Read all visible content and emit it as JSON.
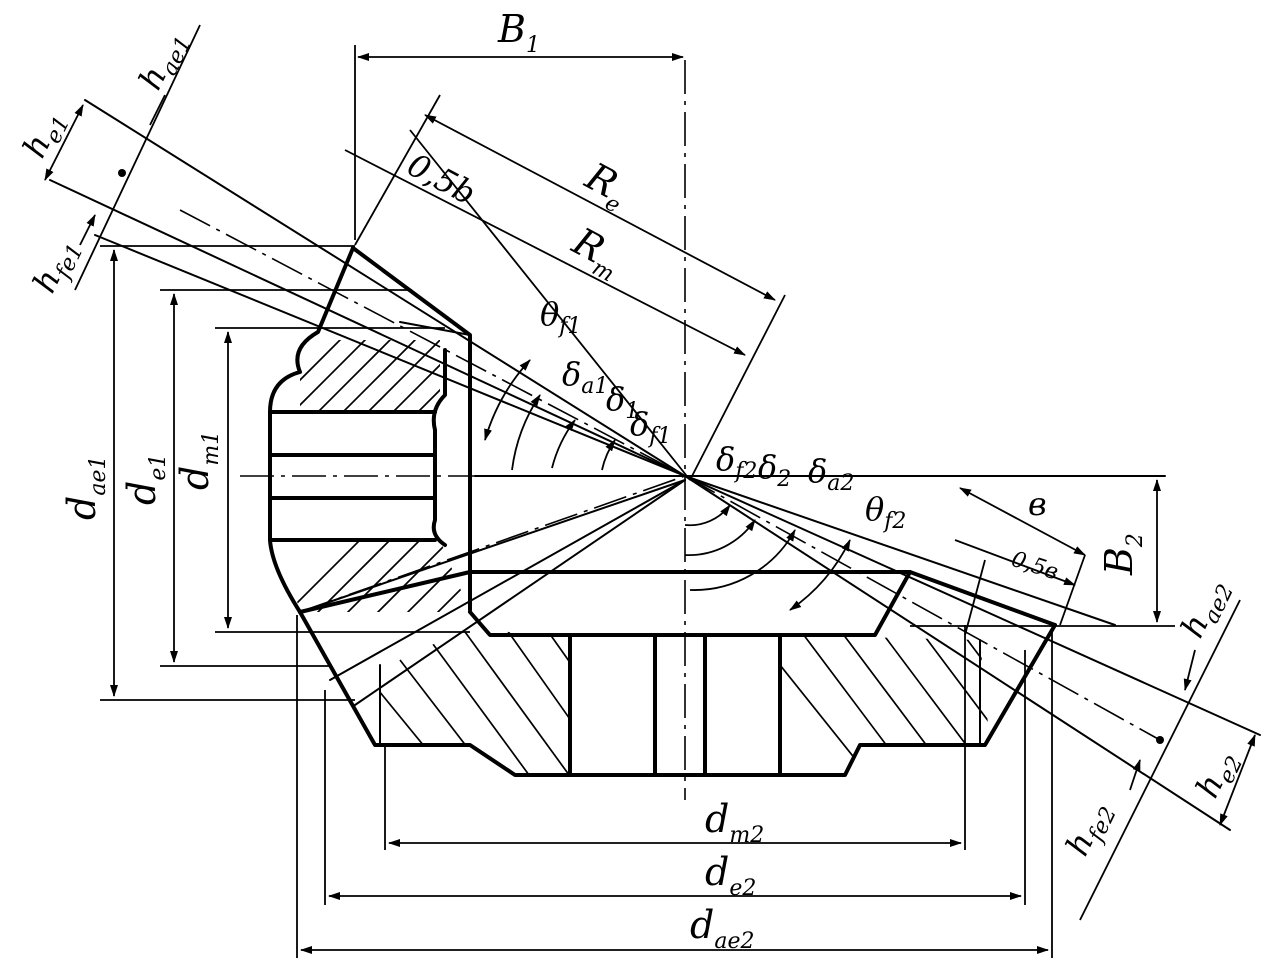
{
  "labels": {
    "B1": {
      "main": "B",
      "sub": "1"
    },
    "hae1": {
      "main": "h",
      "sub": "ae1"
    },
    "he1": {
      "main": "h",
      "sub": "e1"
    },
    "hfe1": {
      "main": "h",
      "sub": "fe1"
    },
    "half_b_top": "0,5b",
    "Re": {
      "main": "R",
      "sub": "e"
    },
    "Rm": {
      "main": "R",
      "sub": "m"
    },
    "theta_f1": {
      "main": "θ",
      "sub": "f1"
    },
    "delta_a1": {
      "main": "δ",
      "sub": "a1"
    },
    "delta_1": {
      "main": "δ",
      "sub": "1"
    },
    "delta_f1": {
      "main": "δ",
      "sub": "f1"
    },
    "delta_f2": {
      "main": "δ",
      "sub": "f2"
    },
    "delta_2": {
      "main": "δ",
      "sub": "2"
    },
    "delta_a2": {
      "main": "δ",
      "sub": "a2"
    },
    "theta_f2": {
      "main": "θ",
      "sub": "f2"
    },
    "b": "в",
    "half_b_bottom": "0,5в",
    "B2": {
      "main": "B",
      "sub": "2"
    },
    "hae2": {
      "main": "h",
      "sub": "ae2"
    },
    "he2": {
      "main": "h",
      "sub": "e2"
    },
    "hfe2": {
      "main": "h",
      "sub": "fe2"
    },
    "dae1": {
      "main": "d",
      "sub": "ae1"
    },
    "de1": {
      "main": "d",
      "sub": "e1"
    },
    "dm1": {
      "main": "d",
      "sub": "m1"
    },
    "dm2": {
      "main": "d",
      "sub": "m2"
    },
    "de2": {
      "main": "d",
      "sub": "e2"
    },
    "dae2": {
      "main": "d",
      "sub": "ae2"
    }
  }
}
